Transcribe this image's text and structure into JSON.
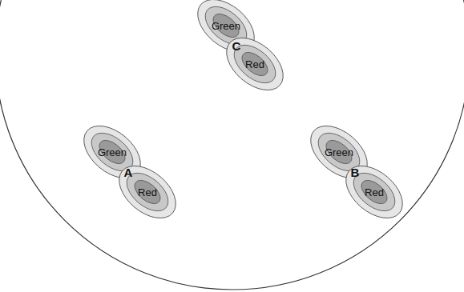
{
  "diagram": {
    "nodes": [
      {
        "text": [
          "Green"
        ]
      },
      {
        "text": [
          "Red"
        ]
      },
      {
        "text": [
          "Green"
        ]
      },
      {
        "text": [
          "Red"
        ]
      },
      {
        "text": [
          "Green"
        ]
      },
      {
        "text": [
          "Red"
        ]
      }
    ],
    "labels": [
      "C",
      "A",
      "B"
    ]
  }
}
